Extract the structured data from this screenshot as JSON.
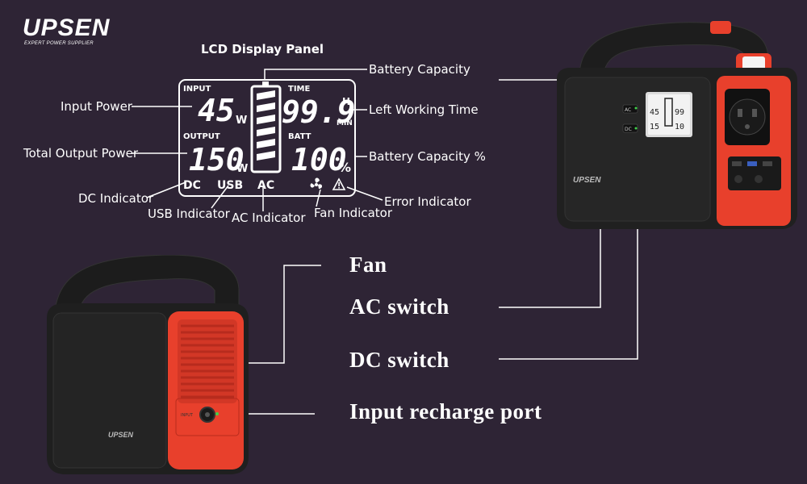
{
  "brand": {
    "name": "UPSEN",
    "tagline": "EXPERT POWER SUPPLIER"
  },
  "lcd": {
    "panel_title": "LCD Display Panel",
    "input_label": "INPUT",
    "input_value": "45",
    "input_unit": "W",
    "output_label": "OUTPUT",
    "output_value": "150",
    "output_unit": "W",
    "time_label": "TIME",
    "time_value": "99.9",
    "time_unit_h": "H",
    "time_unit_min": "MIN",
    "batt_label": "BATT",
    "batt_value": "100",
    "batt_unit": "%",
    "dc": "DC",
    "usb": "USB",
    "ac": "AC"
  },
  "callouts": {
    "battery_capacity": "Battery Capacity",
    "input_power": "Input Power",
    "left_working_time": "Left Working Time",
    "total_output_power": "Total Output Power",
    "battery_capacity_pct": "Battery Capacity %",
    "dc_indicator": "DC Indicator",
    "usb_indicator": "USB Indicator",
    "ac_indicator": "AC Indicator",
    "fan_indicator": "Fan Indicator",
    "error_indicator": "Error Indicator"
  },
  "features": {
    "fan": "Fan",
    "ac_switch": "AC switch",
    "dc_switch": "DC switch",
    "input_recharge_port": "Input recharge port"
  },
  "device": {
    "port_label": "INPUT",
    "ac_button": "AC",
    "dc_button": "DC"
  },
  "colors": {
    "background": "#2e2435",
    "accent": "#e8402c",
    "body": "#1c1c1c",
    "line": "#ffffff"
  }
}
